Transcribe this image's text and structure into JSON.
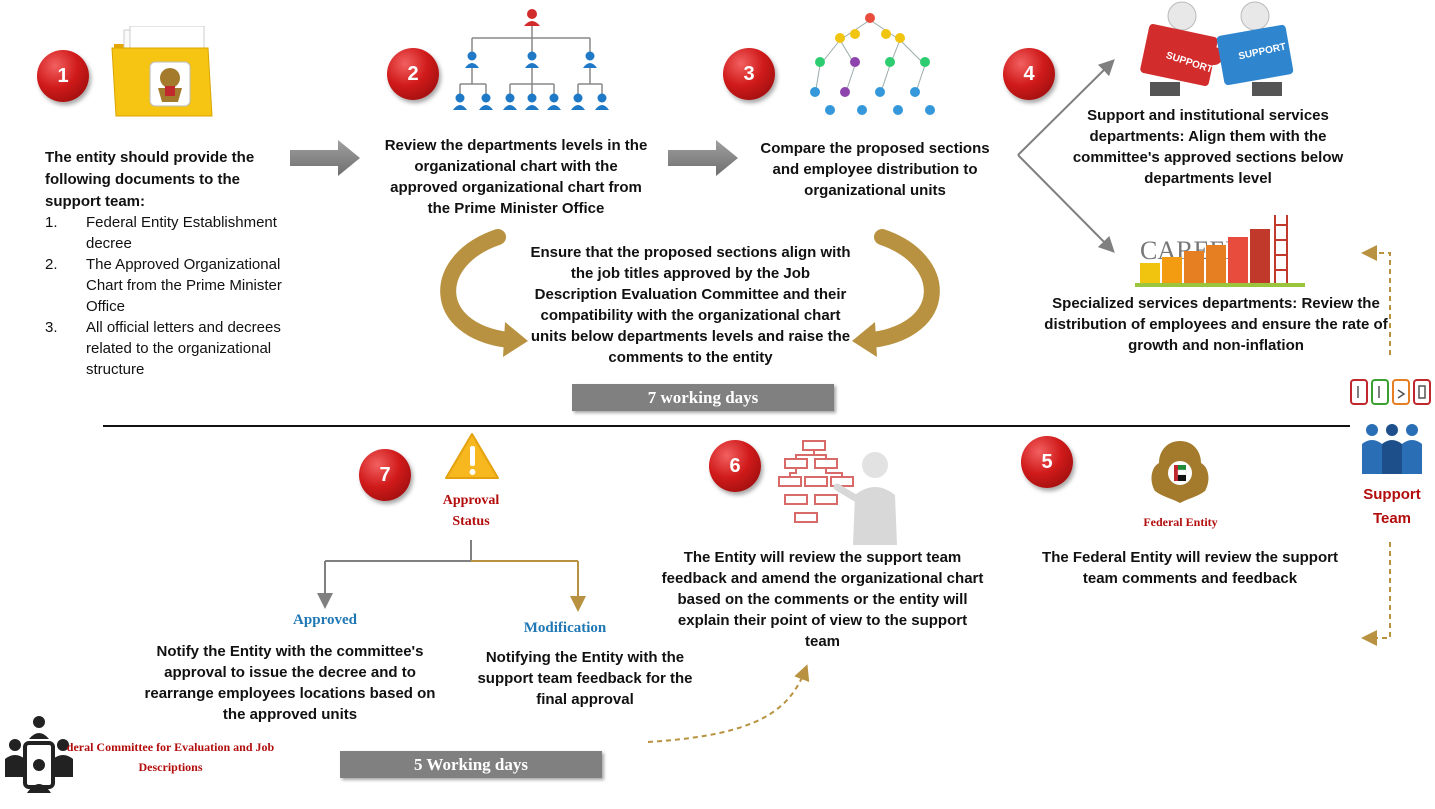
{
  "steps": {
    "s1": "1",
    "s2": "2",
    "s3": "3",
    "s4": "4",
    "s5": "5",
    "s6": "6",
    "s7": "7"
  },
  "step1": {
    "heading": "The entity should provide the following documents to the support team:",
    "items": [
      {
        "n": "1.",
        "text": "Federal Entity Establishment decree"
      },
      {
        "n": "2.",
        "text": "The Approved Organizational Chart from the Prime Minister Office"
      },
      {
        "n": "3.",
        "text": "All official letters and decrees related to the organizational structure"
      }
    ]
  },
  "step2": {
    "text": "Review the departments levels in the organizational chart with the approved organizational chart from the Prime Minister Office"
  },
  "step3": {
    "text": "Compare the proposed sections  and  employee distribution to organizational units"
  },
  "step4": {
    "support_text": "Support and institutional services departments: Align them with the committee's approved sections below departments level",
    "specialized_text": "Specialized services departments: Review the distribution of employees and ensure the rate of growth and non-inflation",
    "puzzle_label": "SUPPORT",
    "career_label": "CAREER"
  },
  "ensure_text": "Ensure that the proposed sections align with the job titles approved by the Job Description Evaluation Committee and their compatibility with the organizational chart units below departments levels and raise the comments to the entity",
  "days_top": "7 working days",
  "days_bottom": "5 Working days",
  "support_team": "Support Team",
  "step5": {
    "label": "Federal Entity",
    "text": "The Federal Entity will review the support team comments and feedback"
  },
  "step6": {
    "text": "The Entity will review the support team feedback and amend the organizational chart based on the comments or the entity will explain their point of view to the support team"
  },
  "step7": {
    "status_label": "Approval Status",
    "approved_label": "Approved",
    "approved_text": "Notify the Entity with the committee's approval to issue the decree and to rearrange employees locations based on the approved units",
    "modification_label": "Modification",
    "modification_text": "Notifying the Entity with the support team feedback for the final approval"
  },
  "committee_label": "deral Committee for Evaluation and Job Descriptions",
  "colors": {
    "red": "#b30d0d",
    "blue": "#1f78b4",
    "gold": "#b89240",
    "gray": "#808080"
  }
}
